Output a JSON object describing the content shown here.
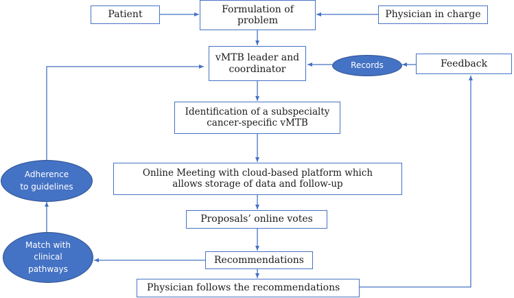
{
  "colors": {
    "box_border": "#4472c4",
    "oval_fill": "#4472c4",
    "arrow": "#4472c4"
  },
  "nodes": {
    "patient": "Patient",
    "formulation": "Formulation of\nproblem",
    "physician_in_charge": "Physician in charge",
    "vmtb_leader": "vMTB leader and\ncoordinator",
    "records": "Records",
    "feedback": "Feedback",
    "identification": "Identification of a subspecialty\ncancer-specific vMTB",
    "online_meeting": "Online Meeting with cloud-based platform which\nallows storage of data and follow-up",
    "proposals": "Proposals’ online votes",
    "recommendations": "Recommendations",
    "physician_follows": "Physician follows the recommendations",
    "adherence": "Adherence\nto guidelines",
    "match": "Match with\nclinical\npathways"
  }
}
